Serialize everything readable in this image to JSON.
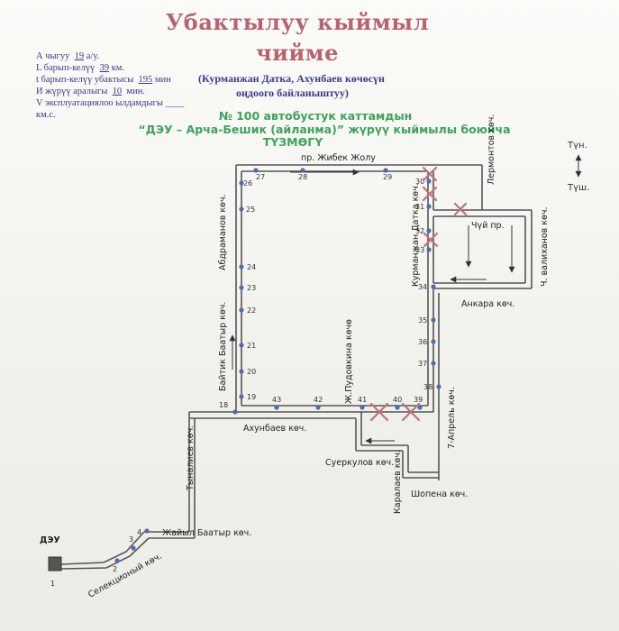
{
  "title": {
    "line1": "Убактылуу кыймыл",
    "line2": "чийме"
  },
  "info": {
    "a_label": "А чыгуу",
    "a_value": "19",
    "a_unit": "а/у.",
    "l_label": "L барып-келүү",
    "l_value": "39",
    "l_unit": "км.",
    "t_label": "t барып-келүү убактысы",
    "t_value": "195",
    "t_unit": "мин",
    "i_label": "И жүрүү аралыгы",
    "i_value": "10",
    "i_unit": "мин.",
    "v_label": "V эксплуатациялоо ылдамдыгы",
    "v_value": "____",
    "v_unit": "км.с."
  },
  "subtitle": {
    "line1": "(Курманжан Датка, Ахунбаев көчөсүн",
    "line2": "оңдоого байланыштуу)"
  },
  "heading": {
    "line1": "№ 100 автобустук каттамдын",
    "line2": "“ДЭУ – Арча-Бешик (айланма)” жүрүү кыймылы боюнча",
    "line3": "ТҮЗМӨГҮ"
  },
  "compass": {
    "north": "Түн.",
    "south": "Түш."
  },
  "depot": {
    "label": "ДЭУ",
    "number": "1"
  },
  "streets": {
    "zhibek_zholu": "пр. Жибек Жолу",
    "lermontov": "Лермонтов көч.",
    "kurmanjan": "Курманжан Датка көч.",
    "chuy": "Чүй пр.",
    "valikhanov": "Ч. валиханов көч.",
    "ankara": "Анкара көч.",
    "abdrakhmanov": "Абдраманов көч.",
    "baytik": "Байтик Баатыр көч.",
    "pudovkina": "Ж.Пудовкина көчө",
    "akhunbaev": "Ахунбаев көч.",
    "april7": "7-Апрель көч.",
    "suerkulov": "Суеркулов көч.",
    "karalaev": "Каралаев көч.",
    "shopena": "Шопена көч.",
    "tynaliev": "Тыналиев көч.",
    "zhaiyl": "Жайыл Баатыр көч.",
    "selektsionny": "Селекционый көч."
  },
  "stops": {
    "s2": "2",
    "s3": "3",
    "s4": "4",
    "s18": "18",
    "s19": "19",
    "s20": "20",
    "s21": "21",
    "s22": "22",
    "s23": "23",
    "s24": "24",
    "s25": "25",
    "s26": "26",
    "s27": "27",
    "s28": "28",
    "s29": "29",
    "s30": "30",
    "s31": "31",
    "s32": "32",
    "s33": "33",
    "s34": "34",
    "s35": "35",
    "s36": "36",
    "s37": "37",
    "s38": "38",
    "s39": "39",
    "s40": "40",
    "s41": "41",
    "s42": "42",
    "s43": "43"
  },
  "colors": {
    "route": "#555555",
    "stop": "#4a6fb0",
    "closure": "#c0717a",
    "title": "#b9636f",
    "heading": "#3fa25a",
    "info": "#3a3a8c"
  },
  "closed_stops": [
    "30",
    "31",
    "33",
    "39",
    "40"
  ]
}
